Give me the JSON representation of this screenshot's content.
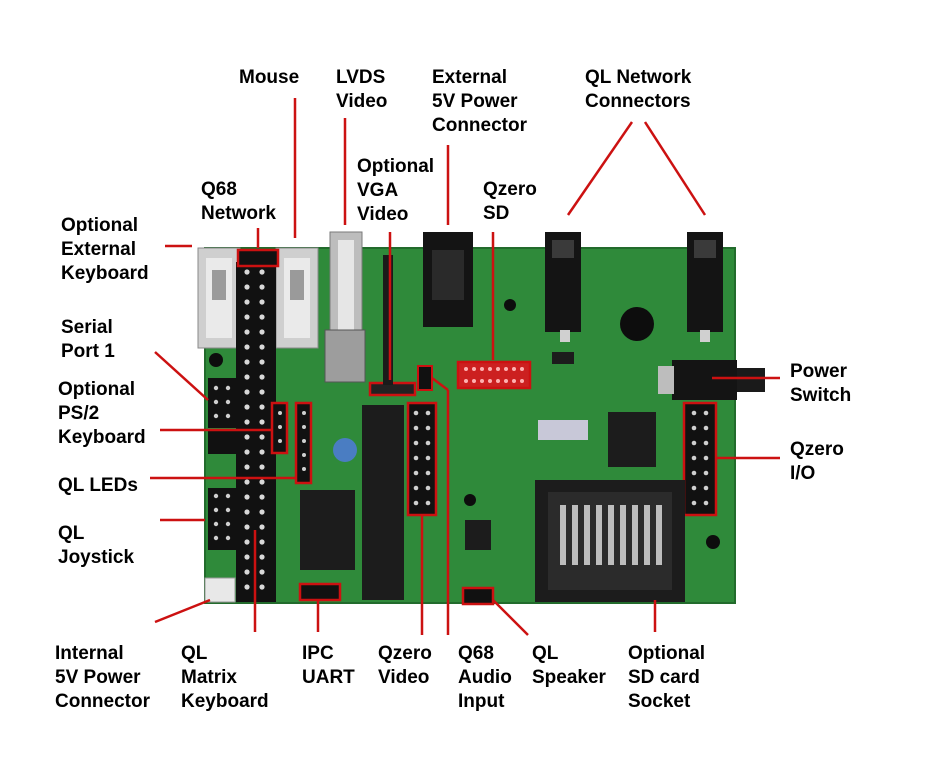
{
  "colors": {
    "pcb": "#2f8a3a",
    "pcb_dark": "#1f6a2a",
    "leader": "#cc1111",
    "highlight": "#cc1111",
    "chip": "#1c1c1c",
    "connector_black": "#141414",
    "metal": "#c8c8c8",
    "label_text": "#000000"
  },
  "labels": {
    "mouse": [
      "Mouse"
    ],
    "lvds": [
      "LVDS",
      "Video"
    ],
    "ext_power": [
      "External",
      "5V Power",
      "Connector"
    ],
    "ql_network": [
      "QL Network",
      "Connectors"
    ],
    "vga": [
      "Optional",
      "VGA",
      "Video"
    ],
    "q68_network": [
      "Q68",
      "Network"
    ],
    "qzero_sd": [
      "Qzero",
      "SD"
    ],
    "ext_keyboard": [
      "Optional",
      "External",
      "Keyboard"
    ],
    "serial_port": [
      "Serial",
      "Port 1"
    ],
    "ps2_keyboard": [
      "Optional",
      "PS/2",
      "Keyboard"
    ],
    "ql_leds": [
      "QL LEDs"
    ],
    "ql_joystick": [
      "QL",
      "Joystick"
    ],
    "power_switch": [
      "Power",
      "Switch"
    ],
    "qzero_io": [
      "Qzero",
      "I/O"
    ],
    "int_power": [
      "Internal",
      "5V Power",
      "Connector"
    ],
    "ql_matrix": [
      "QL",
      "Matrix",
      "Keyboard"
    ],
    "ipc_uart": [
      "IPC",
      "UART"
    ],
    "qzero_video": [
      "Qzero",
      "Video"
    ],
    "q68_audio": [
      "Q68",
      "Audio",
      "Input"
    ],
    "ql_speaker": [
      "QL",
      "Speaker"
    ],
    "sd_socket": [
      "Optional",
      "SD card",
      "Socket"
    ]
  }
}
